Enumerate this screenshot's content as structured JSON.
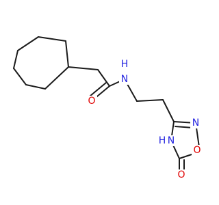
{
  "molecule": {
    "atoms": {
      "amide_n": {
        "label": "N",
        "color": "#2323e0"
      },
      "amide_h": {
        "label": "H",
        "color": "#2323e0"
      },
      "carbonyl_o": {
        "label": "O",
        "color": "#e00000"
      },
      "ring_n_top": {
        "label": "N",
        "color": "#2323e0"
      },
      "ring_o": {
        "label": "O",
        "color": "#e00000"
      },
      "ring_nh_h": {
        "label": "H",
        "color": "#2323e0"
      },
      "ring_nh_n": {
        "label": "N",
        "color": "#2323e0"
      },
      "lactone_o": {
        "label": "O",
        "color": "#e00000"
      }
    },
    "bond_color": "#1a1a1a"
  }
}
